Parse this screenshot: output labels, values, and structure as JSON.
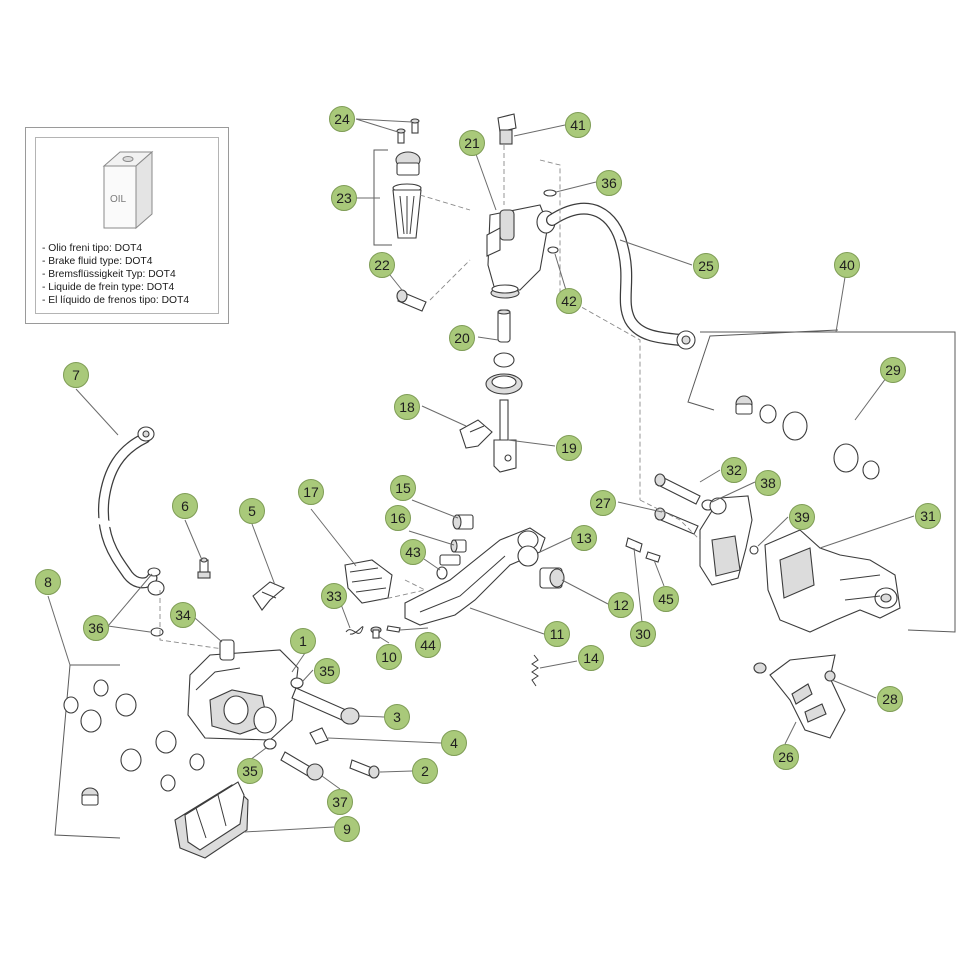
{
  "info_box": {
    "oil_can_label": "OIL",
    "lines": [
      "- Olio freni tipo: DOT4",
      "- Brake fluid type: DOT4",
      "- Bremsflüssigkeit Typ: DOT4",
      "- Liquide de frein type: DOT4",
      "- El líquido de frenos tipo: DOT4"
    ]
  },
  "callouts": [
    "1",
    "2",
    "3",
    "4",
    "5",
    "6",
    "7",
    "8",
    "9",
    "10",
    "11",
    "12",
    "13",
    "14",
    "15",
    "16",
    "17",
    "18",
    "19",
    "20",
    "21",
    "22",
    "23",
    "24",
    "25",
    "26",
    "27",
    "28",
    "29",
    "30",
    "31",
    "32",
    "33",
    "34",
    "35",
    "35",
    "36",
    "36",
    "37",
    "38",
    "39",
    "40",
    "41",
    "42",
    "43",
    "44",
    "45"
  ],
  "colors": {
    "badge_fill": "#a9c97a",
    "badge_stroke": "#7f9d56",
    "line": "#3c3c3c"
  }
}
